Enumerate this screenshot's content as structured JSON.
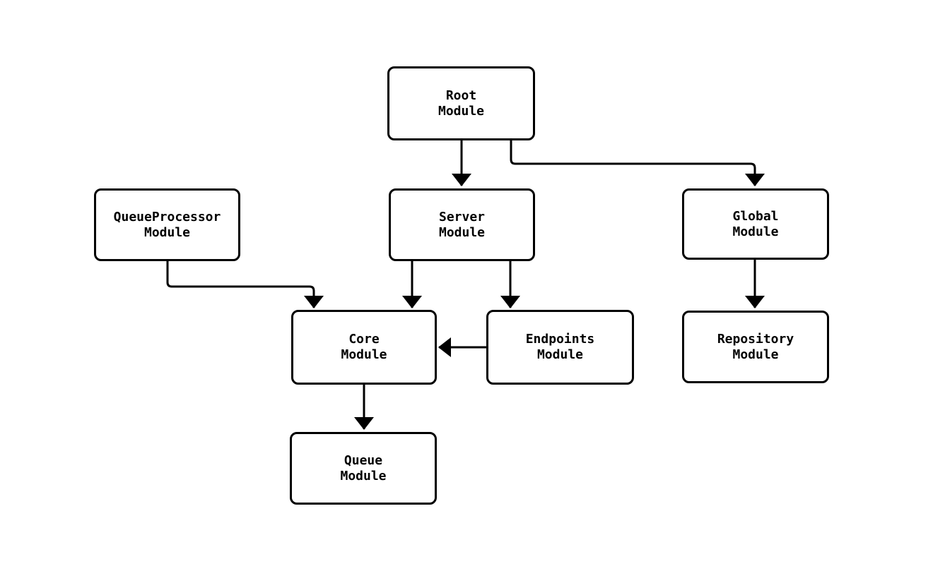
{
  "diagram": {
    "type": "flowchart",
    "direction": "top-down",
    "nodes": [
      {
        "id": "root",
        "label": "Root\nModule"
      },
      {
        "id": "server",
        "label": "Server\nModule"
      },
      {
        "id": "global",
        "label": "Global\nModule"
      },
      {
        "id": "queueprocessor",
        "label": "QueueProcessor\nModule"
      },
      {
        "id": "core",
        "label": "Core\nModule"
      },
      {
        "id": "endpoints",
        "label": "Endpoints\nModule"
      },
      {
        "id": "repository",
        "label": "Repository\nModule"
      },
      {
        "id": "queue",
        "label": "Queue\nModule"
      }
    ],
    "edges": [
      {
        "from": "root",
        "to": "server"
      },
      {
        "from": "root",
        "to": "global"
      },
      {
        "from": "queueprocessor",
        "to": "core"
      },
      {
        "from": "server",
        "to": "core"
      },
      {
        "from": "server",
        "to": "endpoints"
      },
      {
        "from": "endpoints",
        "to": "core"
      },
      {
        "from": "core",
        "to": "queue"
      },
      {
        "from": "global",
        "to": "repository"
      }
    ],
    "colors": {
      "background": "#ffffff",
      "node_fill": "#ffffff",
      "node_border": "#000000",
      "edge": "#000000",
      "text": "#000000"
    }
  }
}
